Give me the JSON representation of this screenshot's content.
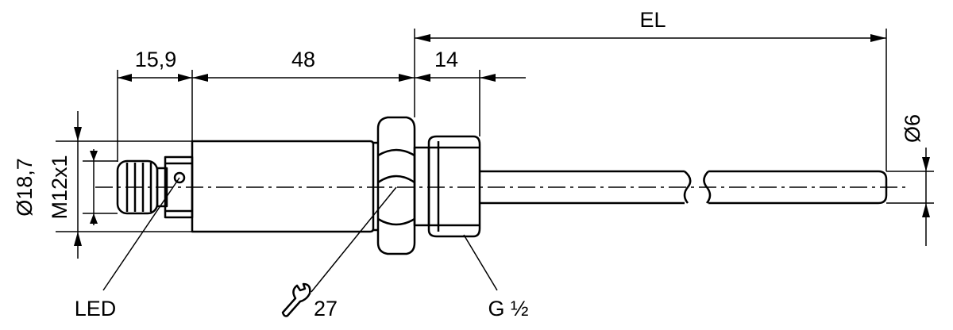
{
  "dimensions": {
    "connector_length": "15,9",
    "body_length": "48",
    "thread_length": "14",
    "probe_length": "EL",
    "probe_diameter": "Ø6",
    "housing_diameter": "Ø18,7",
    "connector_thread": "M12x1"
  },
  "callouts": {
    "led": "LED",
    "wrench_size": "27",
    "process_thread": "G ½"
  },
  "icons": {
    "wrench": "wrench-icon"
  }
}
